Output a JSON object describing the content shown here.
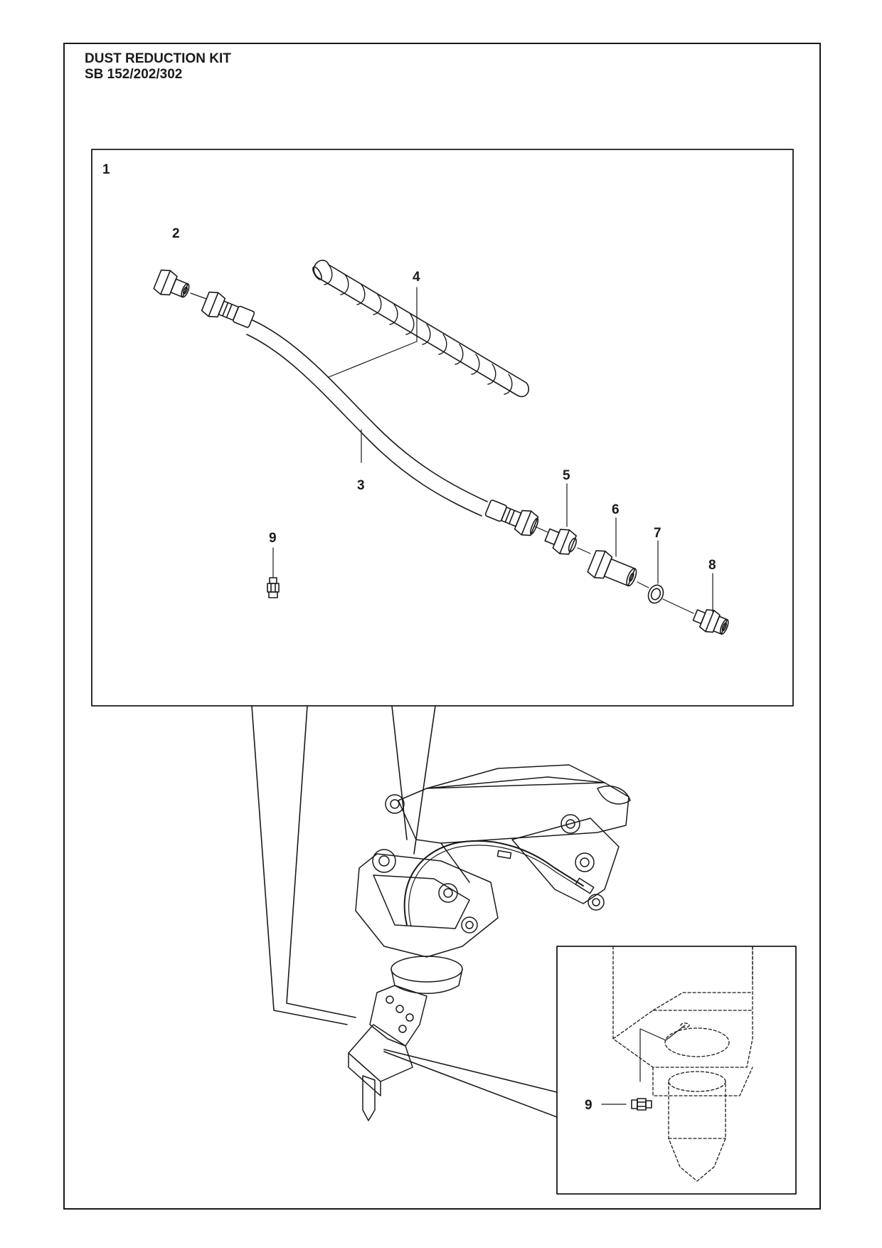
{
  "header": {
    "title": "DUST REDUCTION KIT",
    "model": "SB 152/202/302"
  },
  "callouts": {
    "kit": "1",
    "fitting_inlet": "2",
    "hose": "3",
    "spiral_guard": "4",
    "nipple": "5",
    "coupling": "6",
    "seal_ring": "7",
    "nozzle": "8",
    "grease_nipple": "9",
    "grease_nipple_detail": "9"
  }
}
